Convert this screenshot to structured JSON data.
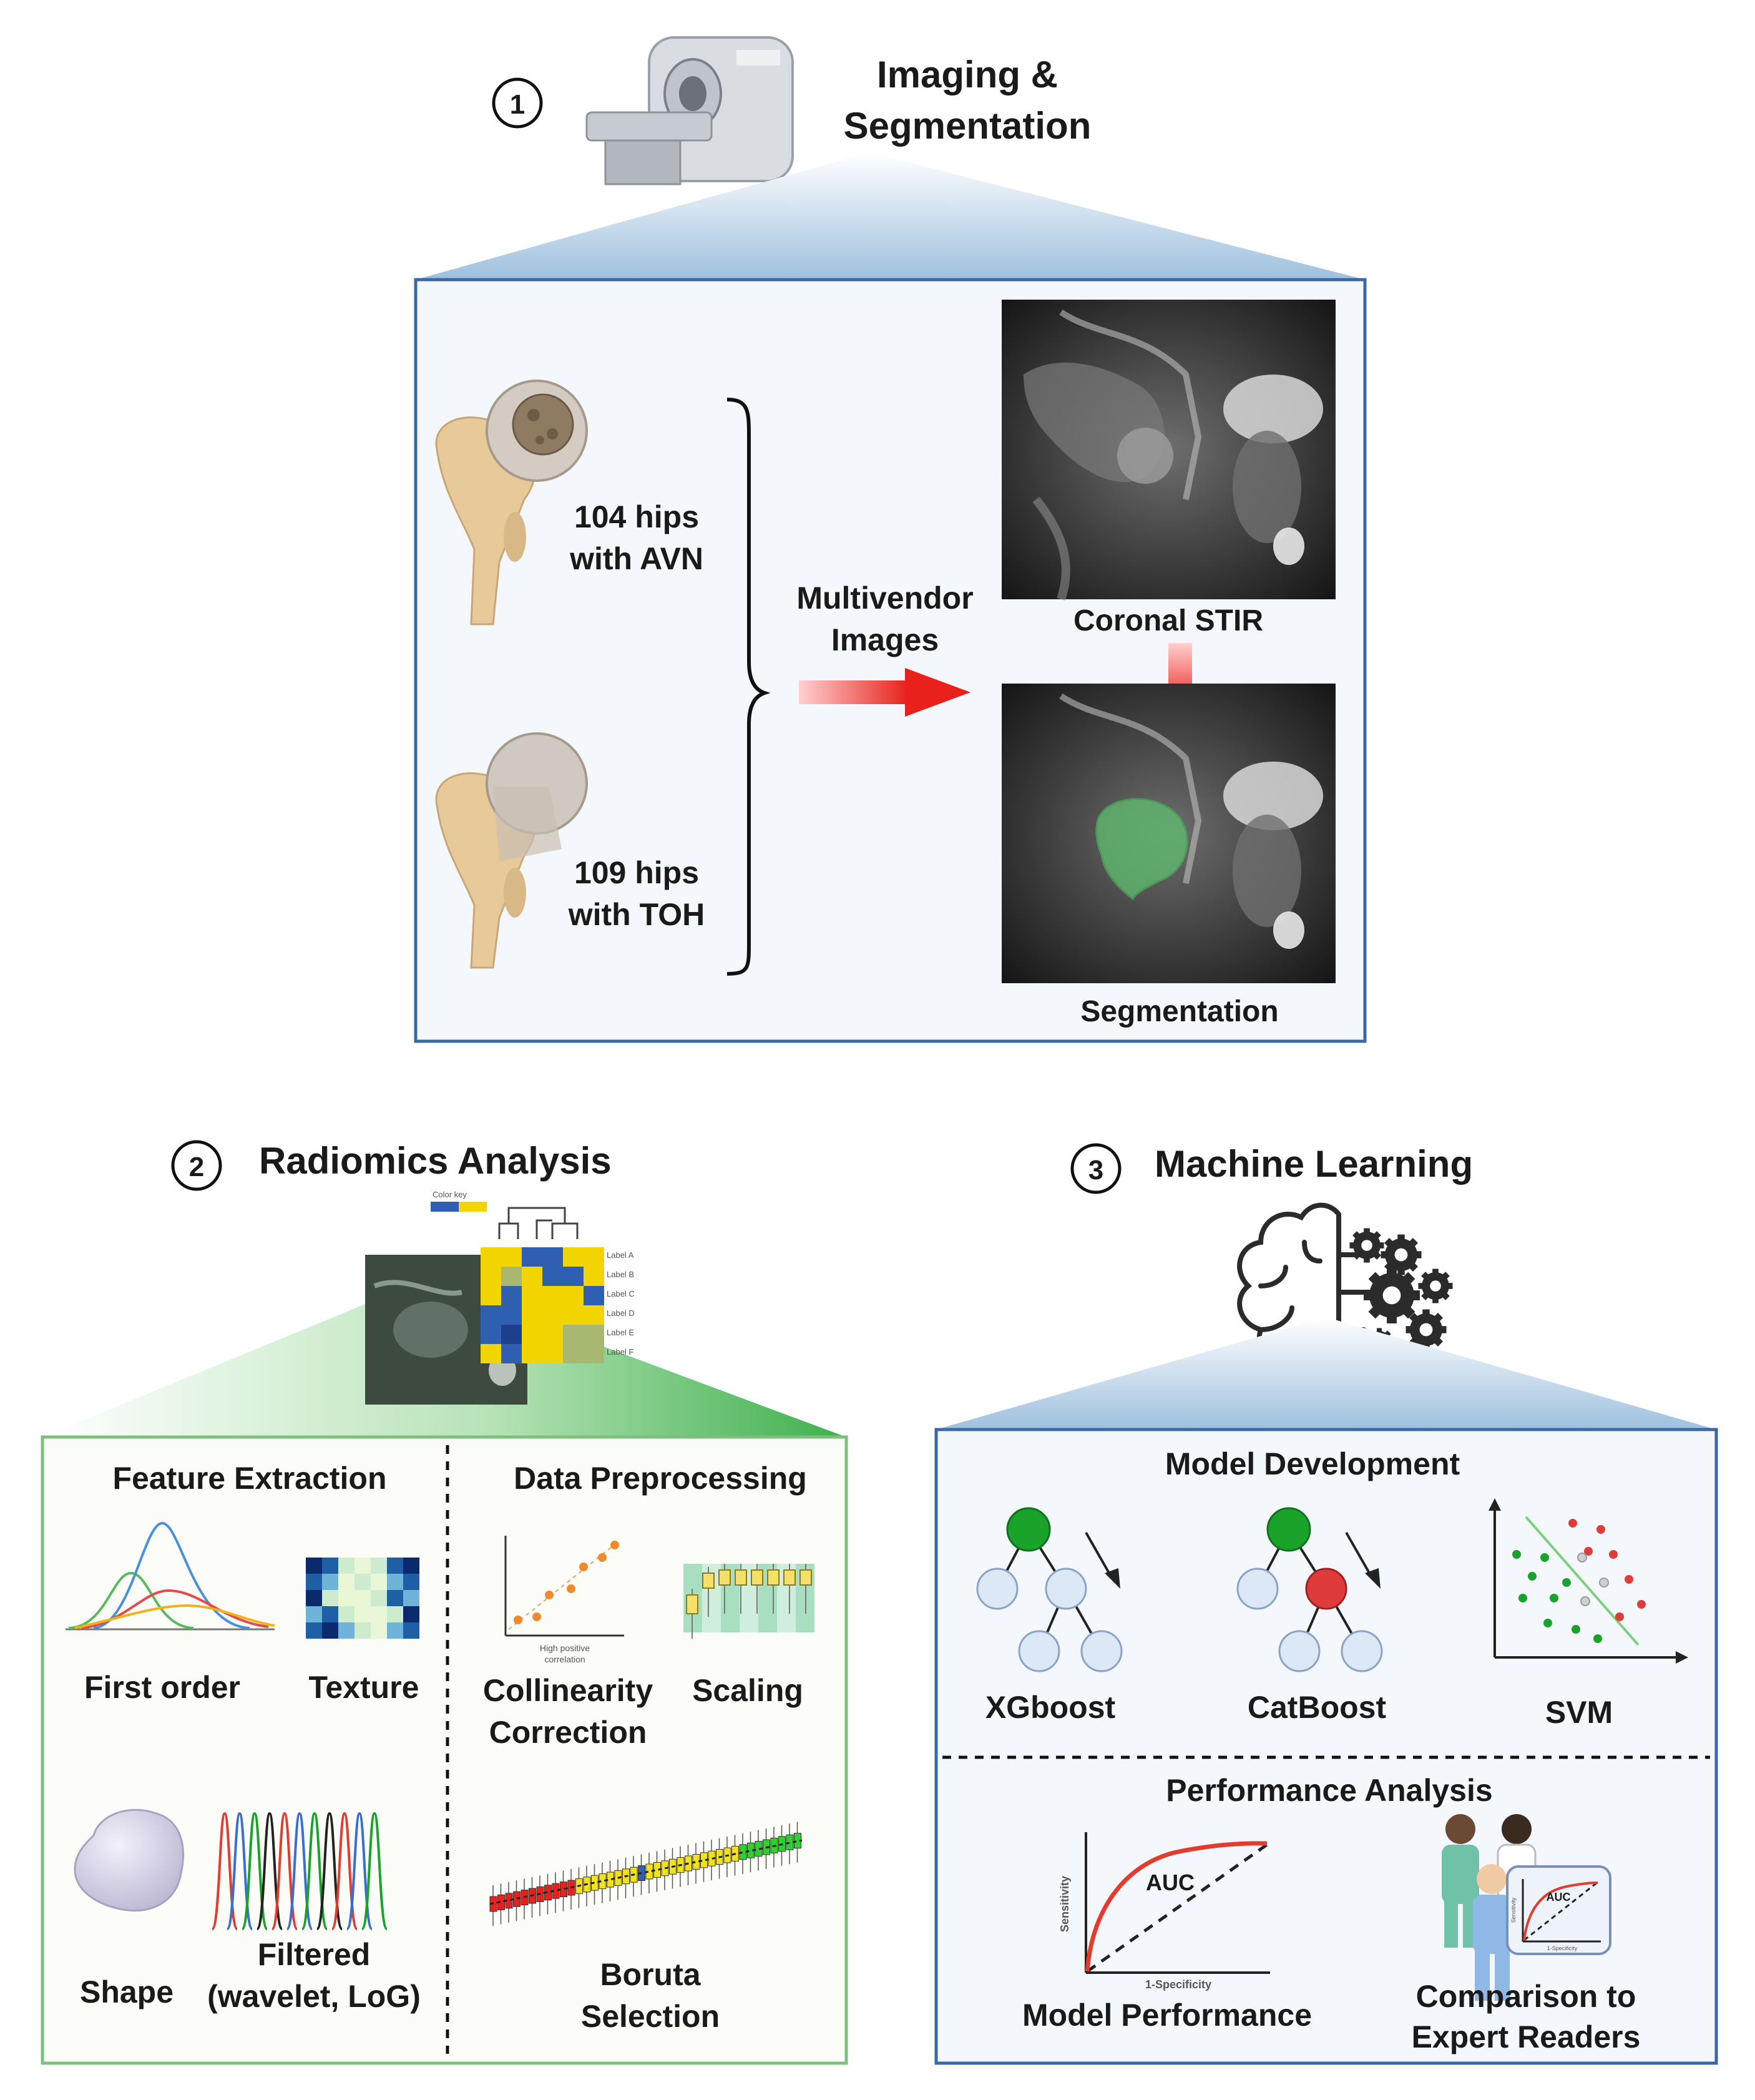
{
  "section1": {
    "number": "1",
    "title_line1": "Imaging &",
    "title_line2": "Segmentation",
    "avn_line1": "104 hips",
    "avn_line2": "with AVN",
    "toh_line1": "109 hips",
    "toh_line2": "with TOH",
    "multivendor_line1": "Multivendor",
    "multivendor_line2": "Images",
    "coronal_label": "Coronal STIR",
    "segmentation_label": "Segmentation"
  },
  "section2": {
    "number": "2",
    "title": "Radiomics Analysis",
    "heatmap_colorkey": "Color key",
    "heatmap_row_labels": [
      "Label A",
      "Label B",
      "Label C",
      "Label D",
      "Label E",
      "Label F"
    ],
    "feature_extraction": "Feature Extraction",
    "data_preprocessing": "Data Preprocessing",
    "first_order": "First order",
    "texture": "Texture",
    "shape": "Shape",
    "filtered_line1": "Filtered",
    "filtered_line2": "(wavelet, LoG)",
    "collinearity_line1": "Collinearity",
    "collinearity_line2": "Correction",
    "scaling": "Scaling",
    "boruta_line1": "Boruta",
    "boruta_line2": "Selection",
    "correlation_caption_line1": "High positive",
    "correlation_caption_line2": "correlation"
  },
  "section3": {
    "number": "3",
    "title": "Machine Learning",
    "model_development": "Model Development",
    "xgboost": "XGboost",
    "catboost": "CatBoost",
    "svm": "SVM",
    "performance_analysis": "Performance Analysis",
    "auc": "AUC",
    "sensitivity": "Sensitivity",
    "specificity": "1-Specificity",
    "model_performance": "Model Performance",
    "comparison_line1": "Comparison to",
    "comparison_line2": "Expert Readers",
    "mini_auc": "AUC",
    "mini_sensitivity": "Sensitivity",
    "mini_specificity": "1-Specificity"
  },
  "colors": {
    "blue_frame": "#3a68a6",
    "green_frame": "#7cc07c",
    "red_arrow": "#e8211c",
    "bone": "#e8c99a",
    "segmentation": "#5fbf6f",
    "node_green": "#1aa32a",
    "node_red": "#e03b3b",
    "node_light": "#dde8f7"
  }
}
